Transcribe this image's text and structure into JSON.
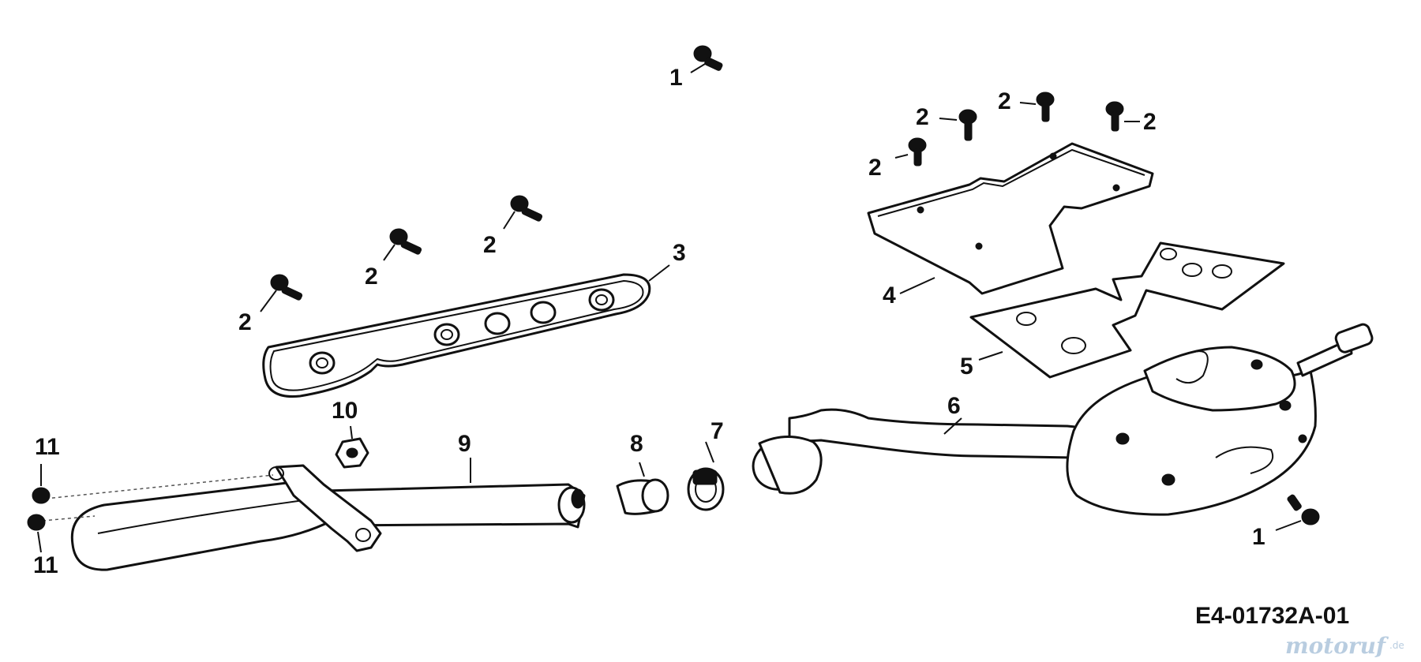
{
  "diagram": {
    "drawing_code": "E4-01732A-01",
    "callouts": {
      "c1a": "1",
      "c1b": "1",
      "c2a": "2",
      "c2b": "2",
      "c2c": "2",
      "c2d": "2",
      "c2e": "2",
      "c2f": "2",
      "c2g": "2",
      "c3": "3",
      "c4": "4",
      "c5": "5",
      "c6": "6",
      "c7": "7",
      "c8": "8",
      "c9": "9",
      "c10": "10",
      "c11a": "11",
      "c11b": "11"
    },
    "watermark": {
      "brand": "motoruf",
      "suffix": ".de"
    }
  },
  "colors": {
    "line": "#111111",
    "background": "#ffffff",
    "brand_primary": "#e2a33a",
    "brand_secondary": "#b9cde0"
  }
}
